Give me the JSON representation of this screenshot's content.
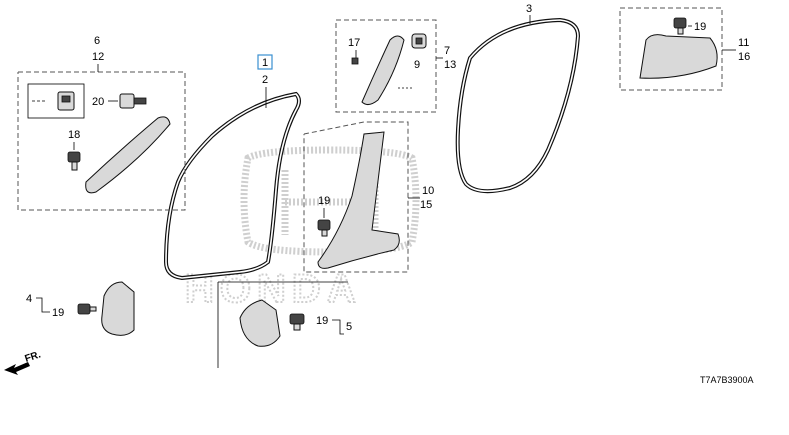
{
  "diagram_code": "T7A7B3900A",
  "direction": "FR.",
  "watermark": "HONDA",
  "callouts": {
    "c1": "1",
    "c2": "2",
    "c3": "3",
    "c4": "4",
    "c5": "5",
    "c6": "6",
    "c7": "7",
    "c9": "9",
    "c10": "10",
    "c11": "11",
    "c12": "12",
    "c13": "13",
    "c15": "15",
    "c16": "16",
    "c17": "17",
    "c18": "18",
    "c19_a": "19",
    "c19_b": "19",
    "c19_c": "19",
    "c19_d": "19",
    "c20": "20"
  }
}
